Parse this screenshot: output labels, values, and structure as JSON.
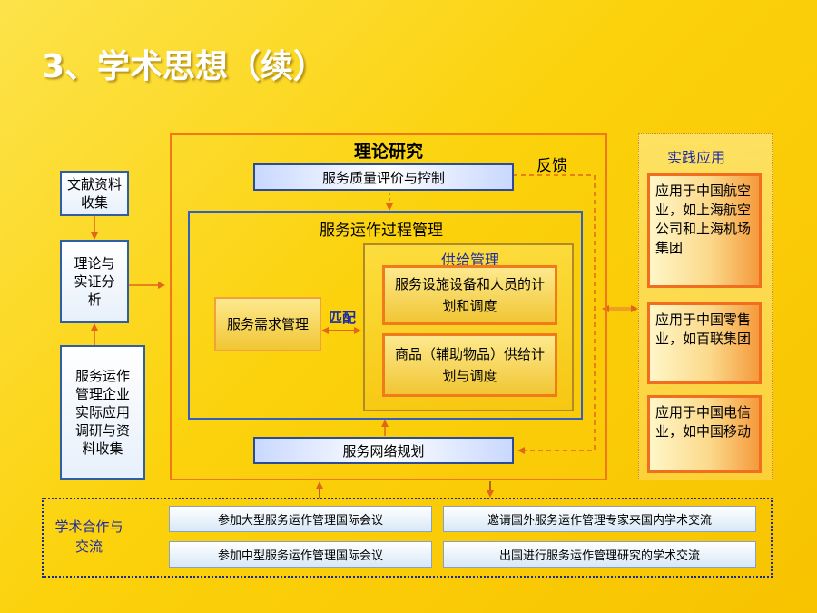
{
  "title": "3、学术思想（续）",
  "left_column": {
    "literature": "文献资料收集",
    "theory": "理论与实证分析",
    "practice": "服务运作管理企业实际应用调研与资料收集"
  },
  "theory_research": {
    "heading": "理论研究",
    "feedback": "反馈",
    "quality_bar": "服务质量评价与控制",
    "process_heading": "服务运作过程管理",
    "demand_box": "服务需求管理",
    "match_label": "匹配",
    "supply_heading": "供给管理",
    "facility_box": "服务设施设备和人员的计划和调度",
    "goods_box": "商品（辅助物品）供给计划与调度",
    "network_bar": "服务网络规划"
  },
  "practice_application": {
    "heading": "实践应用",
    "items": [
      "应用于中国航空业，如上海航空公司和上海机场集团",
      "应用于中国零售业，如百联集团",
      "应用于中国电信业，如中国移动"
    ]
  },
  "collaboration": {
    "label": "学术合作与交流",
    "items": [
      "参加大型服务运作管理国际会议",
      "邀请国外服务运作管理专家来国内学术交流",
      "参加中型服务运作管理国际会议",
      "出国进行服务运作管理研究的学术交流"
    ]
  },
  "colors": {
    "background": "#fbd20c",
    "frame_orange": "#f07818",
    "process_blue": "#2f5fc7",
    "heading_blue": "#1a2aa8",
    "collab_border": "#1a2a8a"
  }
}
